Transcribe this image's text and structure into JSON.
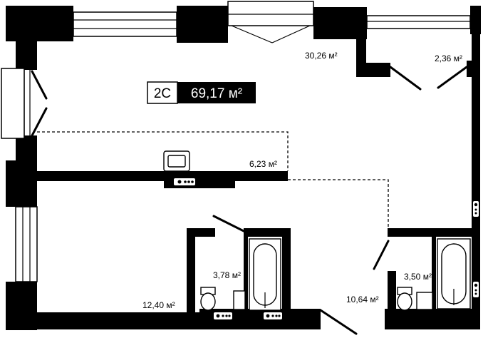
{
  "apartment": {
    "type_code": "2С",
    "total_area": "69,17 м²"
  },
  "rooms": {
    "living_kitchen": "30,26 м²",
    "storage": "2,36 м²",
    "hallway": "6,23 м²",
    "bedroom": "12,40 м²",
    "bathroom_1": "3,78 м²",
    "corridor": "10,64 м²",
    "bathroom_2": "3,50 м²"
  },
  "colors": {
    "wall": "#000000",
    "background": "#ffffff",
    "badge_fill": "#000000"
  }
}
